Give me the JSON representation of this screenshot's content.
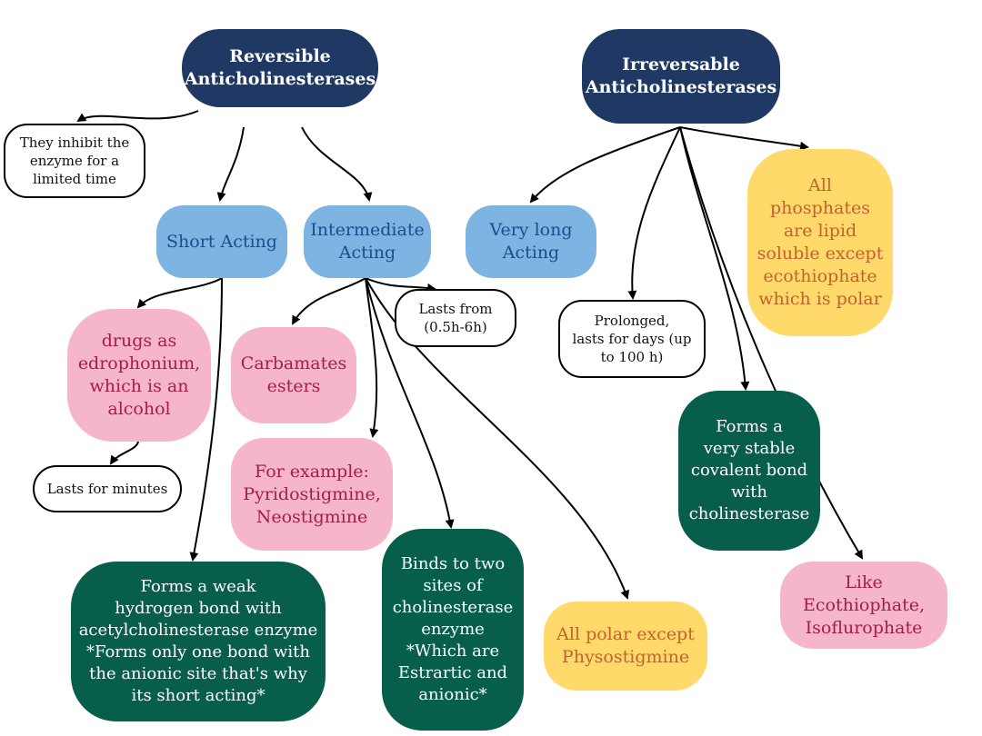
{
  "nodes": {
    "reversible": "Reversible\nAnticholinesterases",
    "irreversible": "Irreversable\nAnticholinesterases",
    "inhibit_limited": "They inhibit the\nenzyme for a\nlimited time",
    "short_acting": "Short Acting",
    "intermediate_acting": "Intermediate\nActing",
    "very_long_acting": "Very long\nActing",
    "all_phosphates": "All\nphosphates\nare lipid\nsoluble except\necothiophate\nwhich is polar",
    "lasts_from": "Lasts from\n(0.5h-6h)",
    "prolonged": "Prolonged,\nlasts for days (up\nto 100 h)",
    "edrophonium": "drugs as\nedrophonium,\nwhich is an\nalcohol",
    "carbamates": "Carbamates\nesters",
    "lasts_minutes": "Lasts for minutes",
    "for_example": "For example:\nPyridostigmine,\nNeostigmine",
    "stable_bond": "Forms a\nvery stable\ncovalent bond\nwith\ncholinesterase",
    "weak_bond": "Forms a weak\nhydrogen bond with\nacetylcholinesterase enzyme\n*Forms only one bond with\nthe anionic site that's why\nits short acting*",
    "two_sites": "Binds to two\nsites of\ncholinesterase\nenzyme\n*Which are\nEstrartic and\nanionic*",
    "all_polar": "All polar except\nPhysostigmine",
    "like_ecothiophate": "Like\nEcothiophate,\nIsoflurophate"
  },
  "colors": {
    "navy": "#1f3864",
    "blue": "#7eb4e2",
    "pink": "#f4b6c8",
    "green": "#075e4b",
    "yellow": "#ffd969",
    "white": "#ffffff"
  }
}
